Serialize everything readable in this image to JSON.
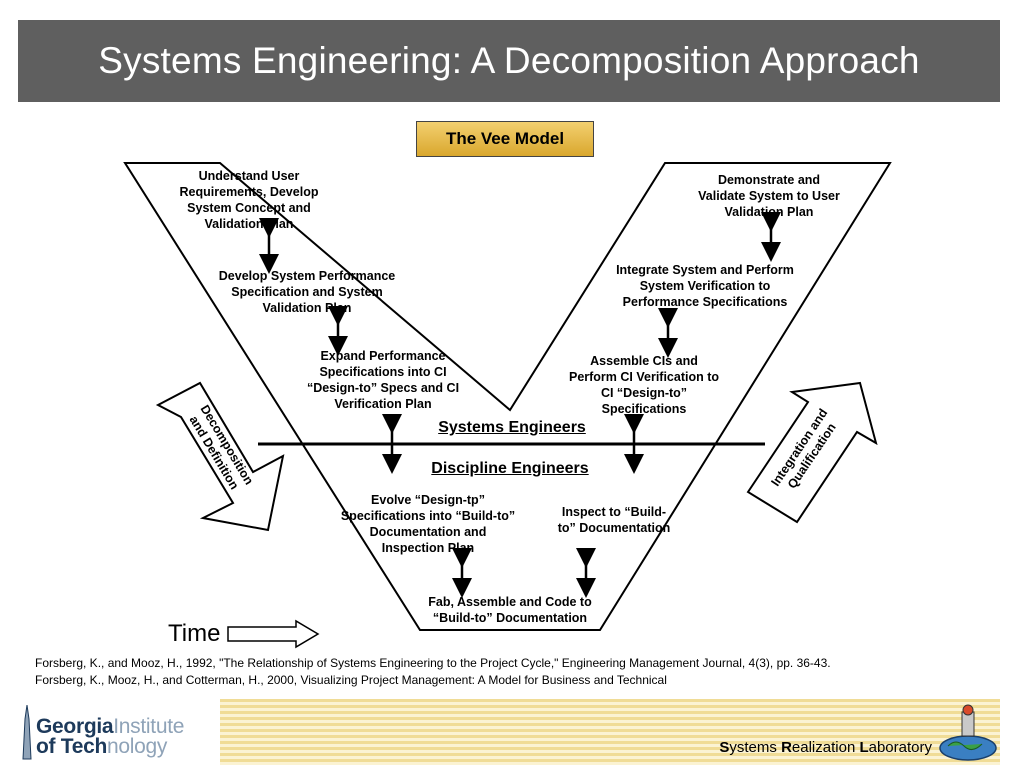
{
  "title": "Systems Engineering: A Decomposition Approach",
  "badge": "The Vee Model",
  "nodes": {
    "left1": "Understand User Requirements, Develop System Concept and Validation Plan",
    "left2": "Develop System Performance Specification and System Validation Plan",
    "left3": "Expand Performance Specifications into CI “Design-to” Specs and CI Verification Plan",
    "left4": "Evolve “Design-tp” Specifications into “Build-to” Documentation and Inspection Plan",
    "bottom": "Fab, Assemble and Code to “Build-to” Documentation",
    "right4": "Inspect to “Build-to” Documentation",
    "right3": "Assemble CIs and Perform CI Verification to CI “Design-to” Specifications",
    "right2": "Integrate System and Perform System Verification to Performance Specifications",
    "right1": "Demonstrate and Validate System to User Validation Plan"
  },
  "groups": {
    "upper": "Systems Engineers",
    "lower": "Discipline Engineers"
  },
  "side_arrows": {
    "left_line1": "Decomposition",
    "left_line2": "and Definition",
    "right_line1": "Integration and",
    "right_line2": "Qualification"
  },
  "time_label": "Time",
  "references": [
    "Forsberg, K., and Mooz, H., 1992, \"The Relationship of Systems Engineering to the Project Cycle,\" Engineering Management Journal, 4(3), pp. 36-43.",
    "Forsberg, K., Mooz, H., and Cotterman, H., 2000, Visualizing Project Management: A Model for Business and Technical"
  ],
  "footer": {
    "logo_line1_bold": "Georgia",
    "logo_line1_light": "Institute",
    "logo_line2_bold": "of Tech",
    "logo_line2_light": "nology",
    "lab_S": "S",
    "lab_ystems": "ystems ",
    "lab_R": "R",
    "lab_ealization": "ealization ",
    "lab_L": "L",
    "lab_aboratory": "aboratory"
  },
  "colors": {
    "title_bg": "#5f5f5f",
    "badge_gold": "#d9a72d",
    "footer_stripe": "#f0dc96"
  }
}
